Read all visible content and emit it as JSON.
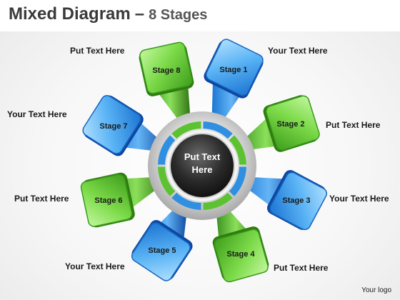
{
  "title": {
    "main": "Mixed Diagram",
    "dash": "–",
    "sub": "8 Stages"
  },
  "center": {
    "line1": "Put Text",
    "line2": "Here"
  },
  "stages": [
    {
      "label": "Stage 1",
      "color": "blue"
    },
    {
      "label": "Stage 2",
      "color": "green"
    },
    {
      "label": "Stage 3",
      "color": "blue"
    },
    {
      "label": "Stage 4",
      "color": "green"
    },
    {
      "label": "Stage 5",
      "color": "blue"
    },
    {
      "label": "Stage 6",
      "color": "green"
    },
    {
      "label": "Stage 7",
      "color": "blue"
    },
    {
      "label": "Stage 8",
      "color": "green"
    }
  ],
  "callouts": [
    "Your Text Here",
    "Put Text Here",
    "Your Text Here",
    "Put Text Here",
    "Your Text Here",
    "Put Text Here",
    "Your Text Here",
    "Put Text Here"
  ],
  "logo": "Your logo",
  "colors": {
    "blue_light": "#8fd0ff",
    "blue_dark": "#1565c0",
    "blue_edge": "#0d47a1",
    "green_light": "#a8f07a",
    "green_dark": "#3a9a1a",
    "green_edge": "#2e7d10",
    "hub_dark": "#1e1e1e",
    "ring_grey": "#bdbdbd"
  }
}
